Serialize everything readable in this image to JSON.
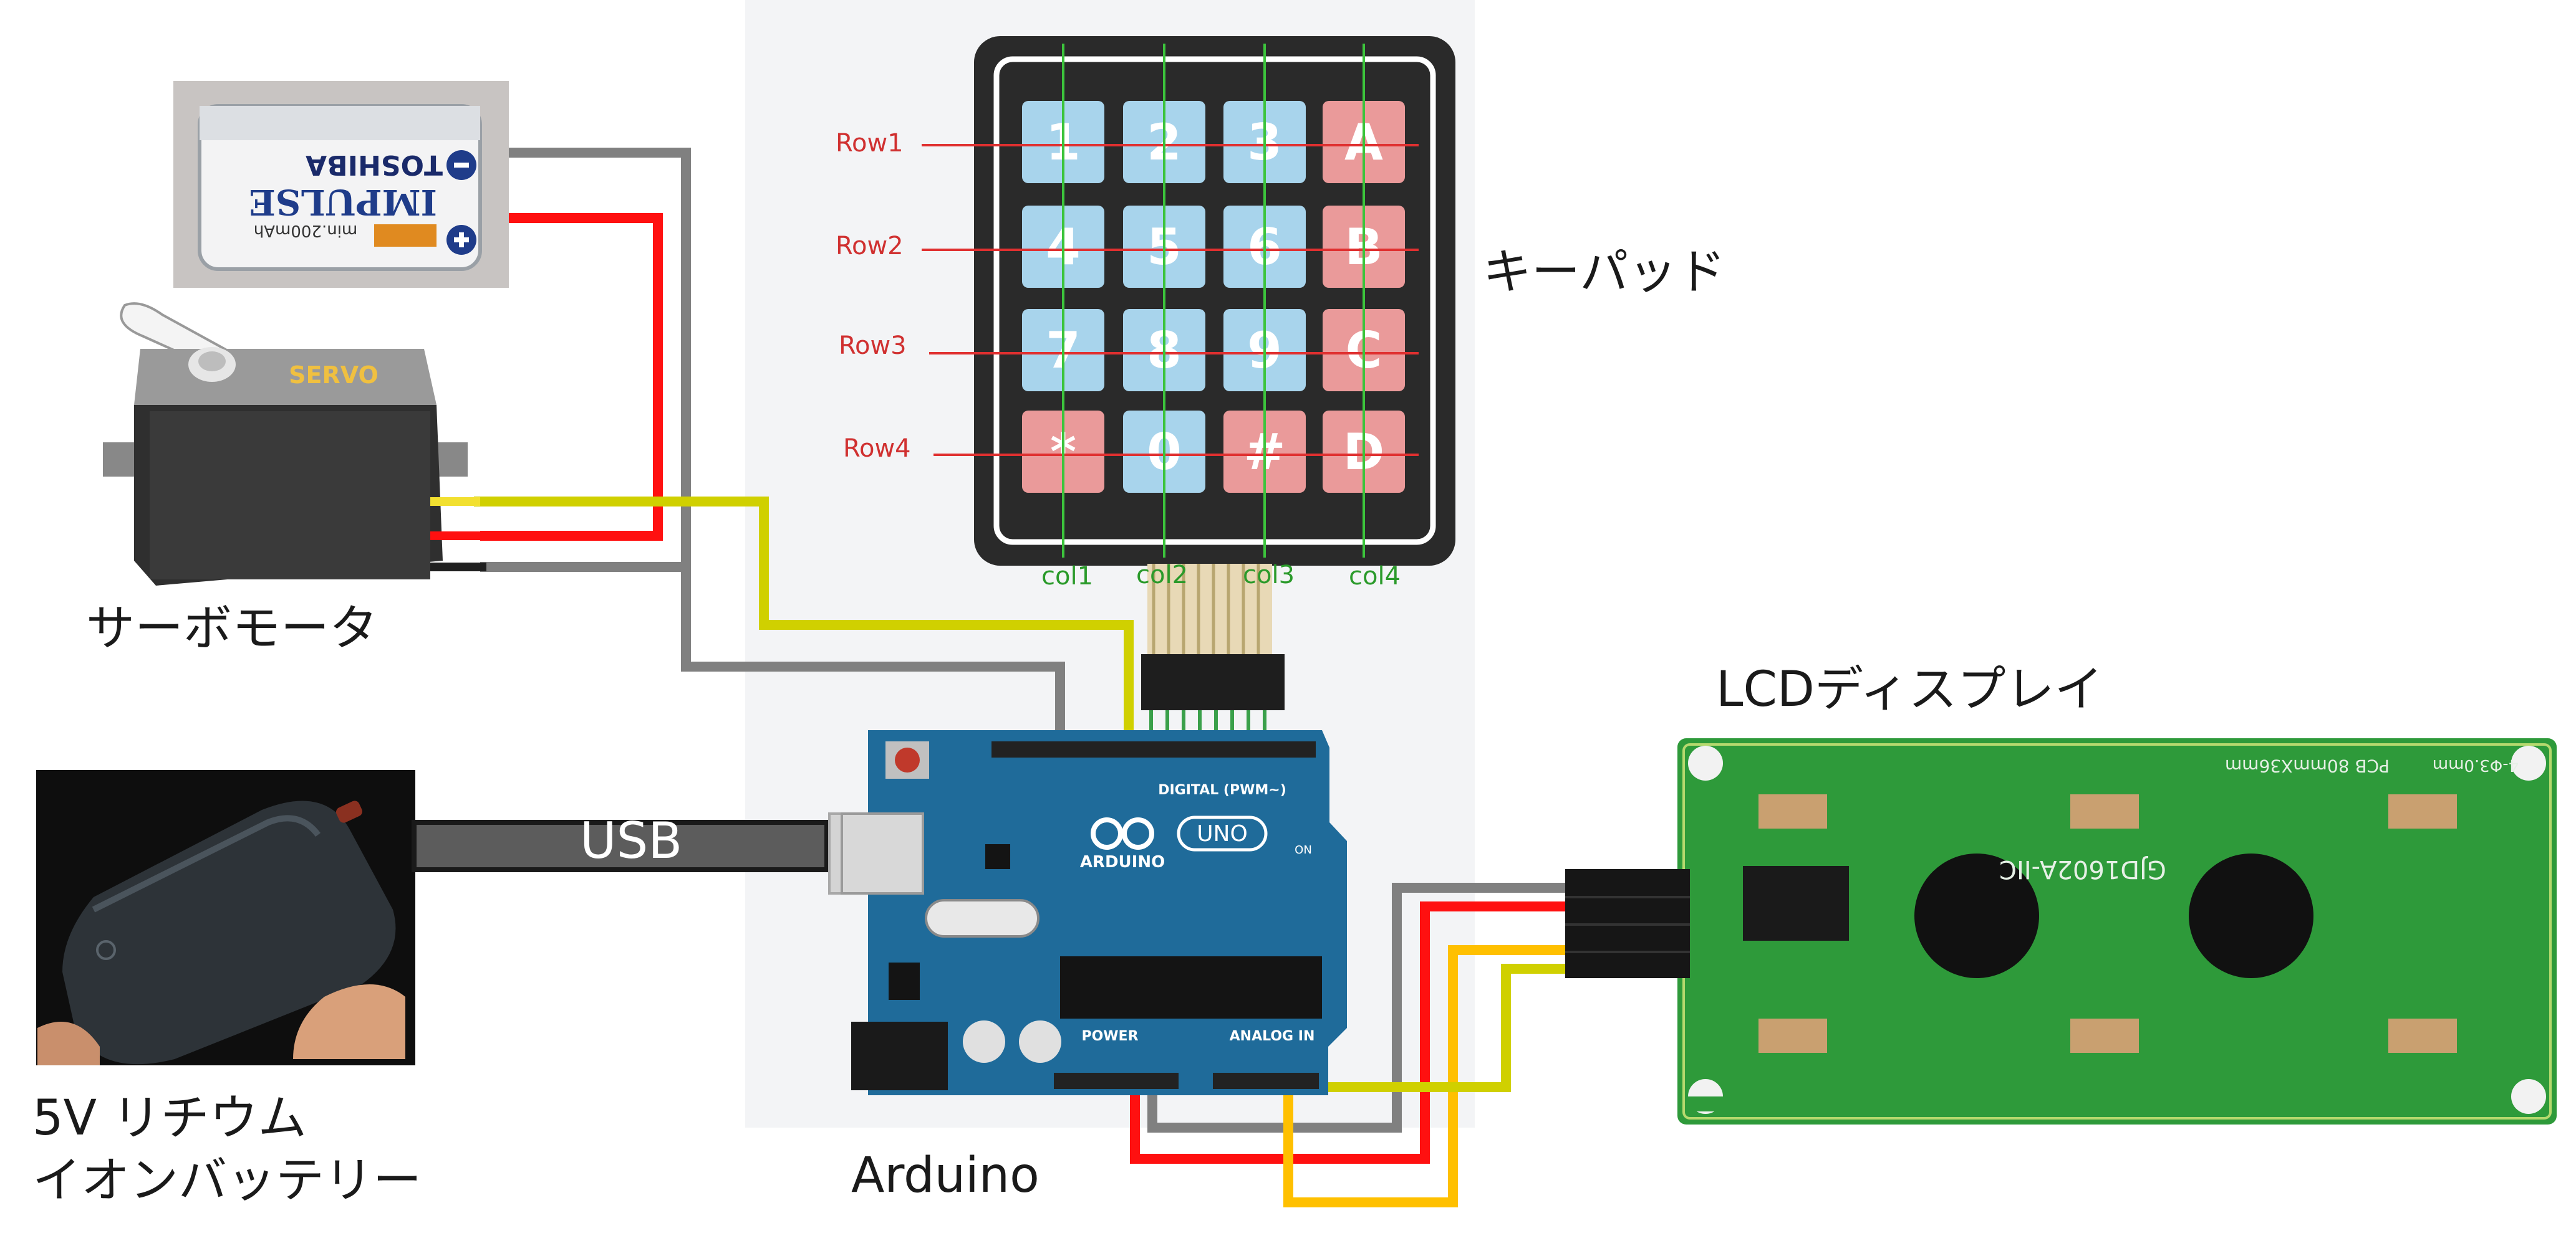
{
  "labels": {
    "battery_9v_brand": "TOSHIBA",
    "battery_9v_model": "IMPULSE",
    "battery_9v_capacity": "min.200mAh",
    "servo_body": "SERVO",
    "servo": "サーボモータ",
    "keypad": "キーパッド",
    "lcd": "LCDディスプレイ",
    "arduino": "Arduino",
    "usb": "USB",
    "powerbank_line1": "5V リチウム",
    "powerbank_line2": "イオンバッテリー"
  },
  "rows": [
    "Row1",
    "Row2",
    "Row3",
    "Row4"
  ],
  "cols": [
    "col1",
    "col2",
    "col3",
    "col4"
  ],
  "keys": [
    [
      "1",
      "2",
      "3",
      "A"
    ],
    [
      "4",
      "5",
      "6",
      "B"
    ],
    [
      "7",
      "8",
      "9",
      "C"
    ],
    [
      "*",
      "0",
      "#",
      "D"
    ]
  ],
  "arduino_board": {
    "logo": "UNO",
    "brand": "ARDUINO",
    "digital": "DIGITAL (PWM~)",
    "power": "POWER",
    "analog": "ANALOG IN",
    "on": "ON"
  },
  "lcd_board": {
    "model": "GJD1602A-IIC",
    "pcb": "PCB 80mmX36mm",
    "hole": "4-Φ3.0mm"
  },
  "colors": {
    "wire_gray": "#808080",
    "wire_red": "#ff1010",
    "wire_yellow": "#d0d000",
    "wire_orange": "#ffc000",
    "key_blue": "#a8d4ec",
    "key_red": "#ea9a9a",
    "arduino_blue": "#1f6b9a",
    "lcd_green": "#2e9a3a"
  }
}
